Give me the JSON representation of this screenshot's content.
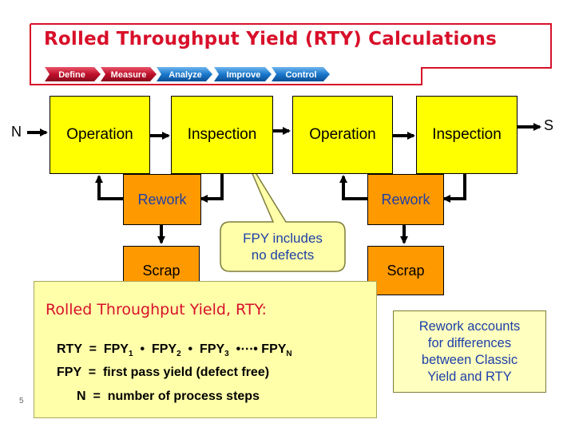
{
  "title": "Rolled Throughput Yield (RTY) Calculations",
  "phases": [
    "Define",
    "Measure",
    "Analyze",
    "Improve",
    "Control"
  ],
  "colors": {
    "title_red": "#d8102a",
    "operation_fill": "#ffff00",
    "rework_fill": "#ff9900",
    "text_blue": "#1d3fa8"
  },
  "flow": {
    "input_label": "N",
    "output_label": "S",
    "operation_1": "Operation",
    "inspection_1": "Inspection",
    "operation_2": "Operation",
    "inspection_2": "Inspection",
    "rework_1": "Rework",
    "rework_2": "Rework",
    "scrap_1": "Scrap",
    "scrap_2": "Scrap"
  },
  "callout": {
    "line1": "FPY includes",
    "line2": "no defects"
  },
  "formula": {
    "heading": "Rolled Throughput Yield, RTY:",
    "rty_lhs": "RTY",
    "fpy_term": "FPY",
    "sub1": "1",
    "sub2": "2",
    "sub3": "3",
    "subN": "N",
    "fpy_def_lhs": "FPY",
    "fpy_def_rhs": "first pass yield (defect free)",
    "n_def_lhs": "N",
    "n_def_rhs": "number of process steps"
  },
  "note": {
    "line1": "Rework accounts",
    "line2": "for differences",
    "line3": "between Classic",
    "line4": "Yield and RTY"
  },
  "page_number": "5"
}
